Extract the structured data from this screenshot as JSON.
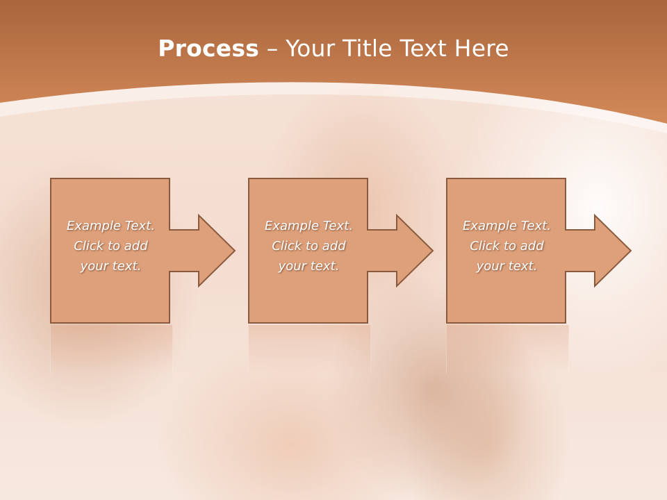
{
  "title": {
    "bold": "Process",
    "rest": " – Your Title Text Here"
  },
  "steps": [
    {
      "text": "Example Text.\nClick  to add\nyour text."
    },
    {
      "text": "Example Text.\nClick  to add\nyour text."
    },
    {
      "text": "Example Text.\nClick  to add\nyour text."
    }
  ],
  "colors": {
    "header": "#c37a4c",
    "box_fill": "#dda07a",
    "box_stroke": "#8a5a3e"
  }
}
